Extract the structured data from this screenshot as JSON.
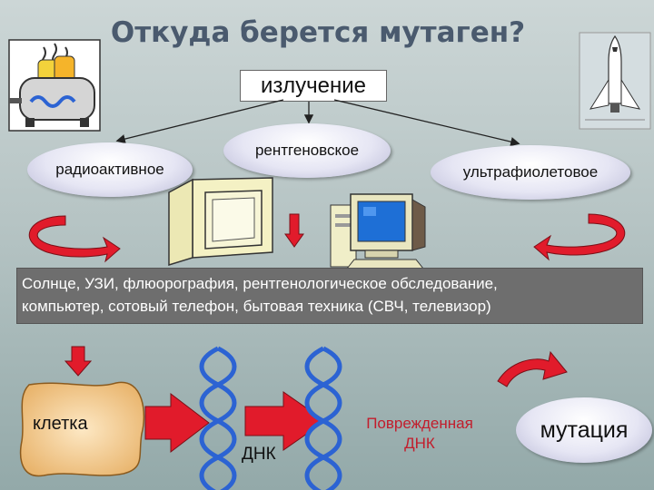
{
  "title": "Откуда берется мутаген?",
  "radiation": "излучение",
  "types": {
    "radioactive": "радиоактивное",
    "xray": "рентгеновское",
    "ultraviolet": "ультрафиолетовое"
  },
  "sources": {
    "line1": "Солнце, УЗИ, флюорография, рентгенологическое обследование,",
    "line2": "компьютер, сотовый телефон, бытовая техника (СВЧ, телевизор)"
  },
  "flow": {
    "cell": "клетка",
    "dna": "ДНК",
    "damaged_dna_line1": "Поврежденная",
    "damaged_dna_line2": "ДНК",
    "mutation": "мутация"
  },
  "colors": {
    "arrow_red": "#e11b2b",
    "dna_blue": "#2c63d3",
    "damaged_text": "#c21d2c",
    "title": "#4a5a6e"
  },
  "icons": [
    "toaster-icon",
    "space-shuttle-icon",
    "crt-monitor-icon",
    "desktop-computer-icon"
  ]
}
